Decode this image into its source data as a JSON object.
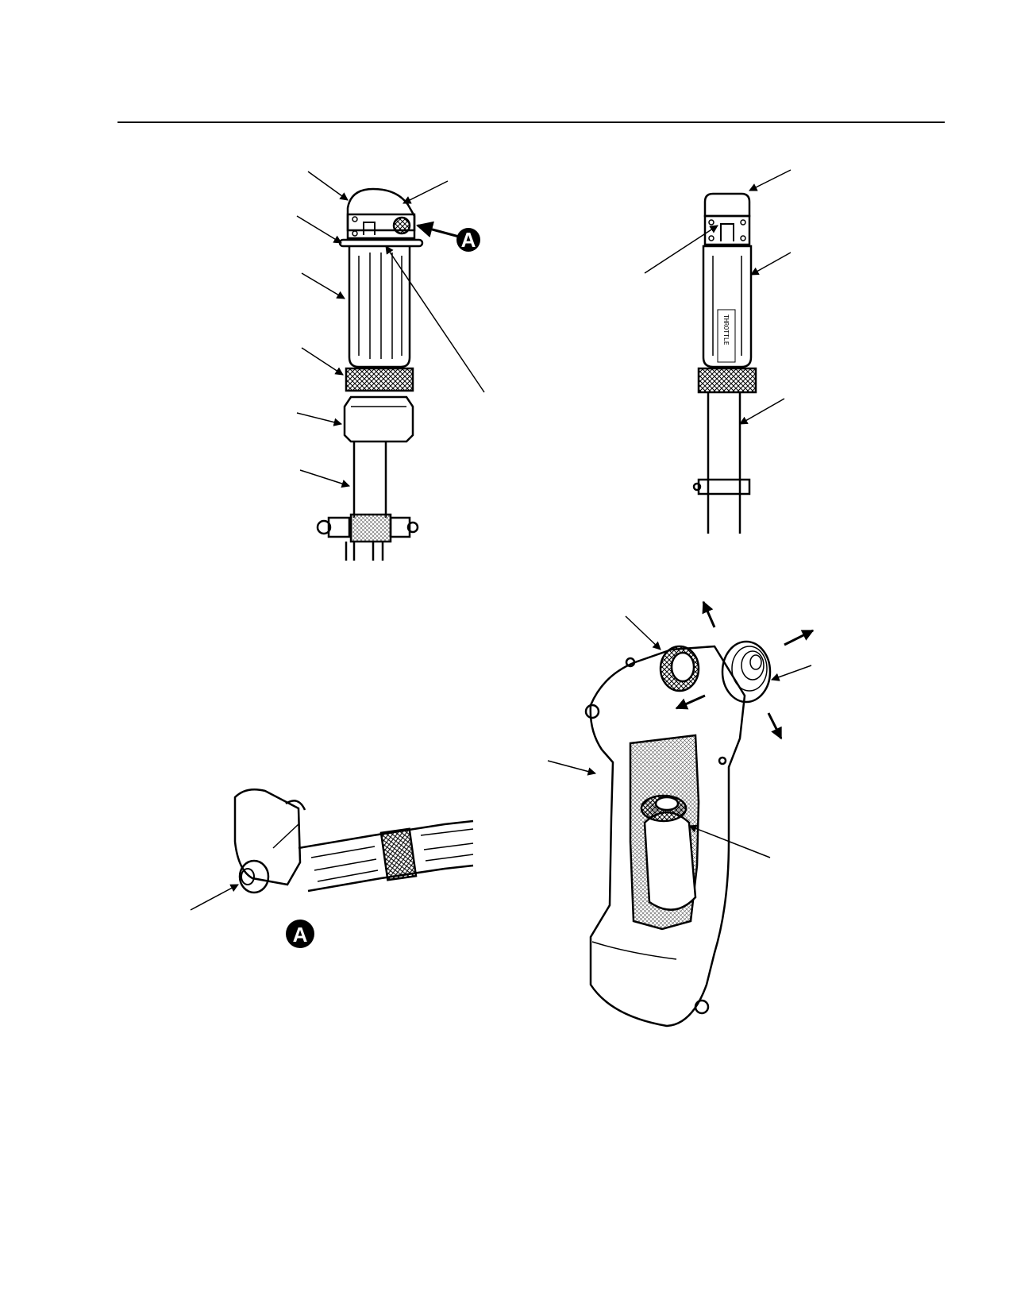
{
  "page": {
    "background": "#ffffff",
    "ink": "#000000"
  },
  "callouts": {
    "detail_a_top": "A",
    "detail_a_bottom": "A"
  },
  "decal": {
    "text": "THROTTLE"
  }
}
